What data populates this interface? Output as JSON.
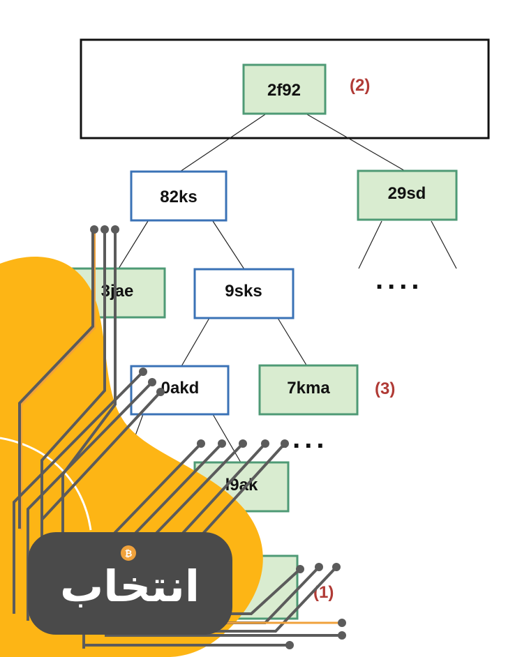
{
  "colors": {
    "green_fill": "#d9ecd0",
    "green_stroke": "#4e9a75",
    "white_fill": "#ffffff",
    "blue_stroke": "#3a72b6",
    "annotation": "#b03a35",
    "edge": "#222222",
    "logo_orange": "#fdb515",
    "trace_gray": "#5b5b5b",
    "trace_orange": "#f0a23c",
    "logo_dark": "#4a4a4a"
  },
  "nodes": {
    "root": "2f92",
    "left": "82ks",
    "right": "29sd",
    "left_left": "3jae",
    "left_right": "9sks",
    "lr_left": "0akd",
    "lr_right": "7kma",
    "lrl_right": "l9ak"
  },
  "annotations": {
    "root_mark": "(2)",
    "sibling_mark": "(3)",
    "leaf_mark": "(1)"
  },
  "ellipsis": {
    "right_branch": "....",
    "lower_branch": "...."
  },
  "watermark": {
    "logo_text": "انتخاب",
    "icon": "bitcoin-icon"
  }
}
